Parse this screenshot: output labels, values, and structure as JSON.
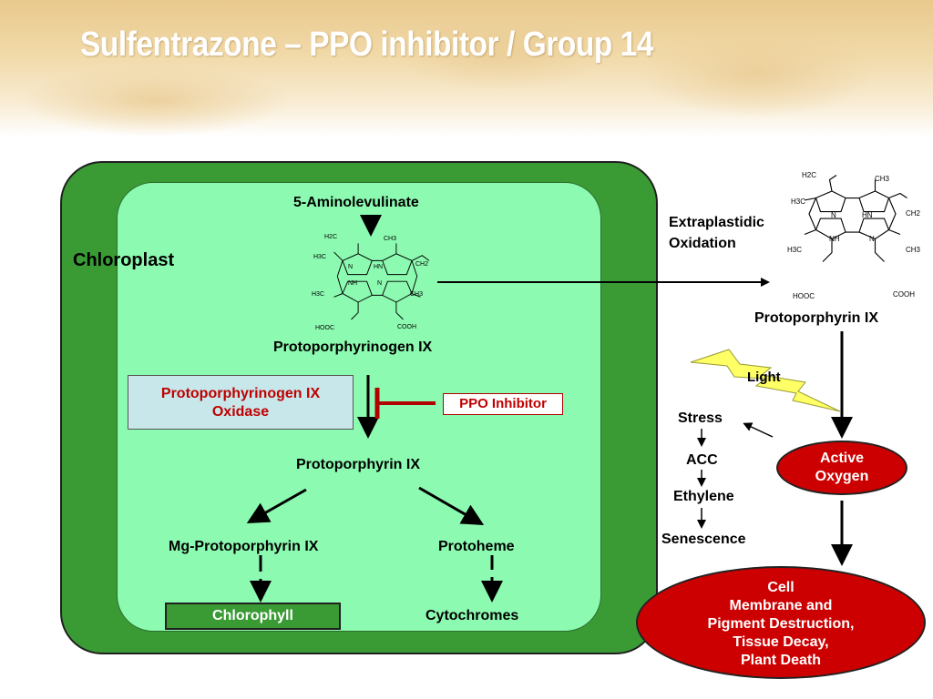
{
  "slide": {
    "title": "Sulfentrazone – PPO inhibitor / Group 14"
  },
  "chloroplast": {
    "label": "Chloroplast",
    "precursor": "5-Aminolevulinate",
    "substrate": "Protoporphyrinogen IX",
    "enzyme_line1": "Protoporphyrinogen IX",
    "enzyme_line2": "Oxidase",
    "inhibitor": "PPO Inhibitor",
    "product": "Protoporphyrin IX",
    "branch_left": "Mg-Protoporphyrin IX",
    "branch_right": "Protoheme",
    "end_left": "Chlorophyll",
    "end_right": "Cytochromes"
  },
  "extraplastidic": {
    "line1": "Extraplastidic",
    "line2": "Oxidation",
    "product": "Protoporphyrin IX",
    "light": "Light",
    "stress_chain": [
      "Stress",
      "ACC",
      "Ethylene",
      "Senescence"
    ],
    "active_oxygen_line1": "Active",
    "active_oxygen_line2": "Oxygen",
    "damage_lines": [
      "Cell",
      "Membrane and",
      "Pigment Destruction,",
      "Tissue Decay,",
      "Plant Death"
    ]
  },
  "molecule_labels": {
    "h2c": "H2C",
    "h3c": "H3C",
    "ch3": "CH3",
    "ch2": "CH2",
    "n": "N",
    "hn": "HN",
    "nh": "NH",
    "hooc": "HOOC",
    "cooh": "COOH"
  },
  "colors": {
    "outer_green": "#3a9b35",
    "inner_green": "#8cfbb1",
    "enzyme_box": "#c7e7ea",
    "red": "#cc0000",
    "inhibitor_bar": "#b00000",
    "lightning": "#ffff66"
  }
}
